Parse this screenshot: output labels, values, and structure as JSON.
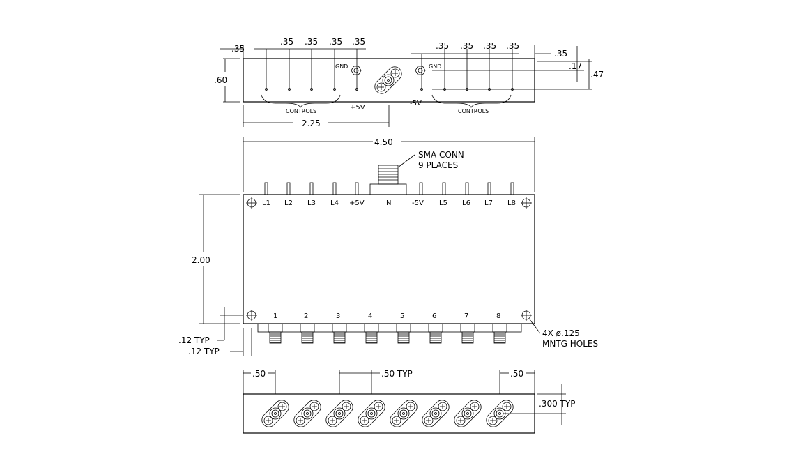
{
  "top_view": {
    "dims": {
      "offset_left": ".35",
      "offset_right": ".35",
      "pitch_left": [
        ".35",
        ".35",
        ".35",
        ".35"
      ],
      "pitch_right": [
        ".35",
        ".35",
        ".35",
        ".35"
      ],
      "height": ".60",
      "gnd_offset": ".17",
      "conn_offset": ".47",
      "half_width": "2.25"
    },
    "labels": {
      "gnd_left": "GND",
      "gnd_right": "GND",
      "controls_left": "CONTROLS",
      "controls_right": "CONTROLS",
      "plus5v": "+5V",
      "minus5v": "-5V"
    }
  },
  "front_view": {
    "width": "4.50",
    "height": "2.00",
    "sma_note": [
      "SMA CONN",
      "9 PLACES"
    ],
    "top_pins": [
      "L1",
      "L2",
      "L3",
      "L4",
      "+5V",
      "IN",
      "-5V",
      "L5",
      "L6",
      "L7",
      "L8"
    ],
    "outputs": [
      "1",
      "2",
      "3",
      "4",
      "5",
      "6",
      "7",
      "8"
    ],
    "hole_offset_y": ".12 TYP",
    "hole_offset_x": ".12 TYP",
    "holes_note": [
      "4X ø.125",
      "MNTG HOLES"
    ]
  },
  "bottom_view": {
    "left": ".50",
    "typ": ".50 TYP",
    "right": ".50",
    "height": ".300 TYP"
  }
}
